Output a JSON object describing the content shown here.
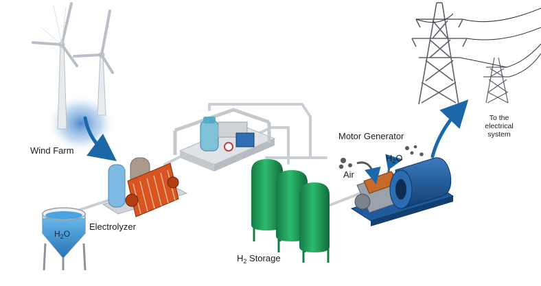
{
  "labels": {
    "wind_farm": "Wind Farm",
    "electrolyzer": "Electrolyzer",
    "h2_storage_main": "H",
    "h2_storage_sub": "2",
    "h2_storage_rest": " Storage",
    "motor_generator": "Motor Generator",
    "air": "Air",
    "water_exhaust_main": "H",
    "water_exhaust_sub": "2",
    "water_exhaust_rest": "O",
    "water_tank_main": "H",
    "water_tank_sub": "2",
    "water_tank_rest": "O",
    "grid_line1": "To the",
    "grid_line2": "electrical",
    "grid_line3": "system"
  },
  "colors": {
    "pipe": "#c9ced4",
    "storage_tank": "#1f9e5a",
    "water": "#2f8fd0",
    "generator": "#1e5a9c",
    "flow_arrow": "#1c67a8",
    "electrolyzer_stack": "#d9541f",
    "tower": "#5a6068"
  }
}
